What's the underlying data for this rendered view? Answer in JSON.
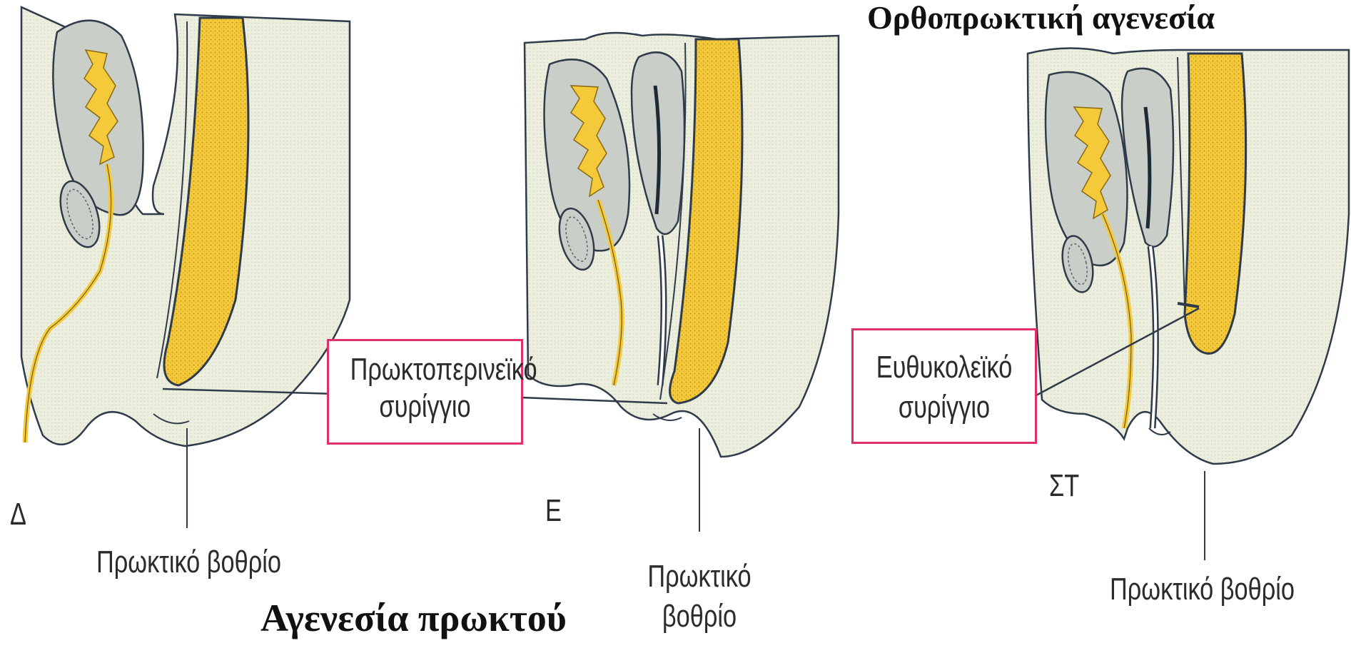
{
  "titles": {
    "main": "Αγενεσία πρωκτού",
    "corner": "Ορθοπρωκτική αγενεσία"
  },
  "panels": [
    {
      "letter": "Δ",
      "pit_label": "Πρωκτικό βοθρίο"
    },
    {
      "letter": "Ε",
      "pit_label_line1": "Πρωκτικό",
      "pit_label_line2": "βοθρίο"
    },
    {
      "letter": "ΣΤ",
      "pit_label": "Πρωκτικό βοθρίο"
    }
  ],
  "callouts": {
    "perineal": {
      "line1": "Πρωκτοπερινεϊκό",
      "line2": "συρίγγιο"
    },
    "urethral": {
      "line1": "Ευθυκολεϊκό",
      "line2": "συρίγγιο"
    }
  },
  "colors": {
    "tissue": "#efeed2",
    "outline": "#2f3b4a",
    "rectum": "#f4c93a",
    "bladder": "#c9cec8",
    "highlight_box": "#e0306a"
  }
}
